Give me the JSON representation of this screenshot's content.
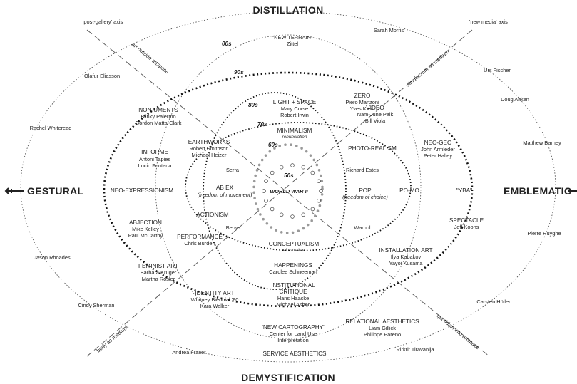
{
  "axes": {
    "top": "DISTILLATION",
    "bottom": "DEMYSTIFICATION",
    "left": "GESTURAL",
    "right": "EMBLEMATIC"
  },
  "diagonal_axes": {
    "post_gallery": "'post-gallery' axis",
    "new_media": "'new media' axis",
    "art_outside": "art outside artspace",
    "simulacrum": "simulacrum as medium",
    "body_medium": "body as medium",
    "quotidian": "quotidian into artspace"
  },
  "decades": {
    "d00": "00s",
    "d90": "90s",
    "d80": "80s",
    "d70": "70s",
    "d60": "60s",
    "d50": "50s",
    "center": "WORLD WAR II"
  },
  "movements": {
    "new_terrain": {
      "title": "\"NEW TERRAIN\"",
      "artists": "Zittel"
    },
    "sarah_morris": "Sarah Morris",
    "olafur": "Olafur Eliasson",
    "urs": "Urs Fischer",
    "doug": "Doug Aitken",
    "rachel": "Rachel Whiteread",
    "matthew": "Matthew Barney",
    "jason": "Jason Rhoades",
    "pierre": "Pierre Huyghe",
    "cindy": "Cindy Sherman",
    "carsten": "Carsten Höller",
    "andrea": "Andrea Fraser",
    "rirkrit": "Rirkrit Tiravanija",
    "nonuments": {
      "title": "NON-UMENTS",
      "a1": "Blinky Palermo",
      "a2": "Gordon Matta-Clark"
    },
    "light_space": {
      "title": "LIGHT + SPACE",
      "a1": "Mary Corse",
      "a2": "Robert Irwin"
    },
    "zero": {
      "title": "ZERO",
      "a1": "Piero Manzoni",
      "a2": "Yves Klein"
    },
    "video": {
      "title": "VIDEO",
      "a1": "Nam-June Paik",
      "a2": "Bill Viola"
    },
    "minimalism": {
      "title": "MINIMALISM",
      "sub": "renunciation"
    },
    "earthworks": {
      "title": "EARTHWORKS",
      "a1": "Robert Smithson",
      "a2": "Michael Heizer"
    },
    "photo_realism": "PHOTO-REALISM",
    "neo_geo": {
      "title": "NEO-GEO",
      "a1": "John Armleder",
      "a2": "Peter Halley"
    },
    "informe": {
      "title": "INFORME",
      "a1": "Antoni Tapies",
      "a2": "Lucio Fontana"
    },
    "serra": "Serra",
    "richard_estes": "Richard Estes",
    "neo_expressionism": "NEO-EXPRESSIONISM",
    "ab_ex": {
      "title": "AB EX",
      "sub": "(freedom of movement)"
    },
    "pop": {
      "title": "POP",
      "sub": "(freedom of choice)"
    },
    "po_mo": "PO-MO",
    "yba": "\"YBA\"",
    "actionism": "ACTIONISM",
    "abjection": {
      "title": "ABJECTION",
      "a1": "Mike Kelley",
      "a2": "Paul McCarthy"
    },
    "beuys": "Beuys",
    "warhol": "Warhol",
    "performance": {
      "title": "PERFORMANCE",
      "a1": "Chris Burden"
    },
    "conceptualism": {
      "title": "CONCEPTUALISM",
      "sub": "elucidation"
    },
    "spectacle": {
      "title": "SPECTACLE",
      "a1": "Jeff Koons"
    },
    "installation": {
      "title": "INSTALLATION ART",
      "a1": "Ilya Kabakov",
      "a2": "Yayoi Kusama"
    },
    "feminist": {
      "title": "FEMINIST ART",
      "a1": "Barbara Kruger",
      "a2": "Martha Rosler"
    },
    "happenings": {
      "title": "HAPPENINGS",
      "a1": "Carolee Schneeman"
    },
    "institutional": {
      "title1": "INSTITUTIONAL",
      "title2": "CRITIQUE",
      "a1": "Hans Haacke",
      "a2": "Michael Asher"
    },
    "identity": {
      "title": "IDENTITY ART",
      "a1": "Whitney Biennial '90",
      "a2": "Kara Walker"
    },
    "cartography": {
      "title": "'NEW CARTOGRAPHY'",
      "a1": "Center for Land Use",
      "a2": "Interpretation"
    },
    "relational": {
      "title": "RELATIONAL AESTHETICS",
      "a1": "Liam Gillick",
      "a2": "Philippe Pareno"
    },
    "service": "SERVICE AESTHETICS"
  },
  "colors": {
    "ink": "#222222",
    "dots": "#999999"
  }
}
